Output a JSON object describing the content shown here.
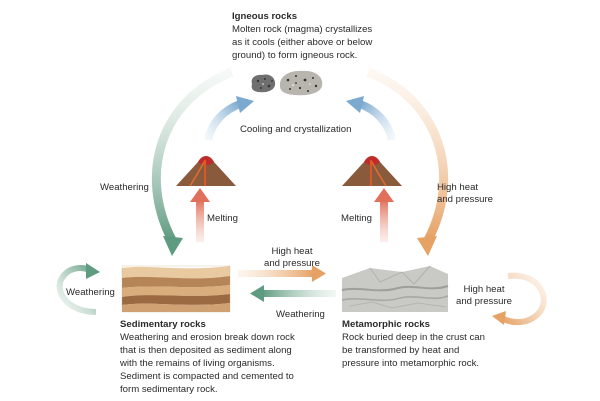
{
  "igneous": {
    "title": "Igneous rocks",
    "body": "Molten rock (magma) crystallizes as it cools (either above or below ground) to form igneous rock."
  },
  "sedimentary": {
    "title": "Sedimentary rocks",
    "body": "Weathering and erosion break down rock that is then deposited as sediment along with the remains of living organisms. Sediment is compacted and cemented to form sedimentary rock."
  },
  "metamorphic": {
    "title": "Metamorphic rocks",
    "body": "Rock buried deep in the crust can be transformed by heat and pressure into metamorphic rock."
  },
  "labels": {
    "cooling": "Cooling and crystallization",
    "weathering_left": "Weathering",
    "high_heat_right_1": "High heat",
    "high_heat_right_2": "and pressure",
    "melting_left": "Melting",
    "melting_right": "Melting",
    "high_heat_mid_1": "High heat",
    "high_heat_mid_2": "and pressure",
    "weathering_mid": "Weathering",
    "weathering_loop": "Weathering",
    "high_heat_loop_1": "High heat",
    "high_heat_loop_2": "and pressure"
  },
  "colors": {
    "green": "#7fae97",
    "blue": "#8fb6d6",
    "orange": "#e9b27d",
    "red": "#e4826c"
  }
}
